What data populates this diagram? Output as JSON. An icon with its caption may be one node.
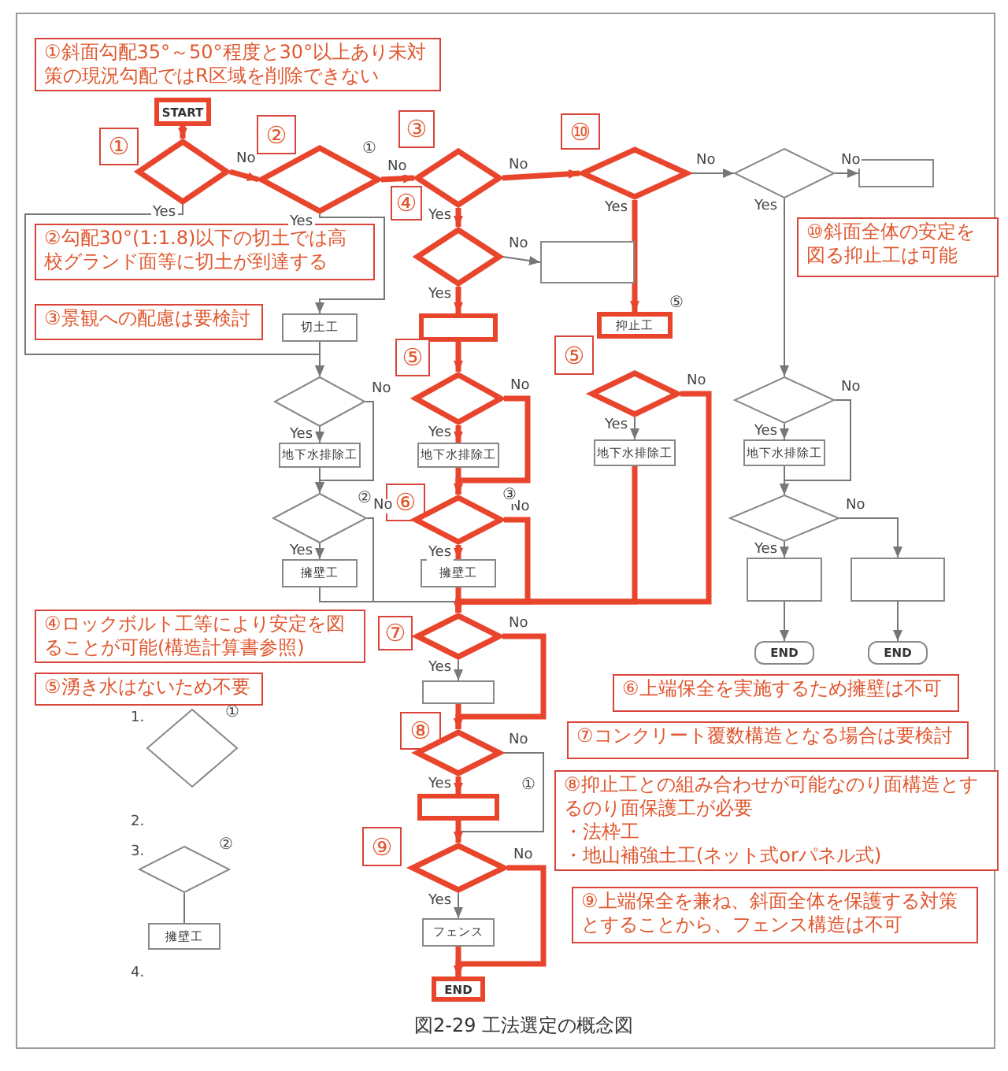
{
  "diagram": {
    "caption": "図2-29 工法選定の概念図",
    "nodes": [
      {
        "text": [
          "①斜面勾配35°～50°程度と30°以上あり未対策の現況勾配ではR区域を削除できない"
        ]
      },
      {
        "text": [
          "START"
        ]
      },
      {
        "text": [
          "①"
        ]
      },
      {
        "text": [],
        "shape": "diamond"
      },
      {
        "text": [
          "②"
        ]
      },
      {
        "text": [],
        "shape": "diamond"
      },
      {
        "text": [
          "③"
        ]
      },
      {
        "text": [],
        "shape": "diamond"
      },
      {
        "text": [
          "⑩"
        ]
      },
      {
        "text": [],
        "shape": "diamond"
      },
      {
        "text": [],
        "shape": "diamond"
      },
      {
        "text": [],
        "shape": "box"
      },
      {
        "text": [
          "④"
        ]
      },
      {
        "text": [],
        "shape": "diamond"
      },
      {
        "text": [],
        "shape": "box"
      },
      {
        "text": [
          "②勾配30°(1:1.8)以下の切土では高校グランド面等に切土が到達する"
        ]
      },
      {
        "text": [
          "③景観への配慮は要検討"
        ]
      },
      {
        "text": [
          "切土工"
        ]
      },
      {
        "text": [],
        "shape": "box"
      },
      {
        "text": [
          "抑止工"
        ]
      },
      {
        "text": [
          "⑩斜面全体の安定を図る抑止工は可能"
        ]
      },
      {
        "text": [
          "⑤"
        ]
      },
      {
        "text": [],
        "shape": "diamond"
      },
      {
        "text": [],
        "shape": "diamond"
      },
      {
        "text": [
          "⑤"
        ]
      },
      {
        "text": [],
        "shape": "diamond"
      },
      {
        "text": [],
        "shape": "diamond"
      },
      {
        "text": [
          "地下水排除工"
        ]
      },
      {
        "text": [
          "地下水排除工"
        ]
      },
      {
        "text": [
          "地下水排除工"
        ]
      },
      {
        "text": [
          "地下水排除工"
        ]
      },
      {
        "text": [
          "⑥"
        ]
      },
      {
        "text": [],
        "shape": "diamond"
      },
      {
        "text": [],
        "shape": "diamond"
      },
      {
        "text": [],
        "shape": "diamond"
      },
      {
        "text": [
          "擁壁工"
        ]
      },
      {
        "text": [
          "擁壁工"
        ]
      },
      {
        "text": [],
        "shape": "box"
      },
      {
        "text": [],
        "shape": "box"
      },
      {
        "text": [
          "④ロックボルト工等により安定を図ることが可能(構造計算書参照)"
        ]
      },
      {
        "text": [
          "⑦"
        ]
      },
      {
        "text": [],
        "shape": "diamond"
      },
      {
        "text": [
          "⑤湧き水はないため不要"
        ]
      },
      {
        "text": [],
        "shape": "box"
      },
      {
        "text": [
          "END"
        ]
      },
      {
        "text": [
          "END"
        ]
      },
      {
        "text": [
          "⑥上端保全を実施するため擁壁は不可"
        ]
      },
      {
        "text": [
          "⑧"
        ]
      },
      {
        "text": [
          "⑦コンクリート覆数構造となる場合は要検討"
        ]
      },
      {
        "text": [],
        "shape": "diamond"
      },
      {
        "text": [],
        "shape": "box"
      },
      {
        "text": [
          "⑧抑止工との組み合わせが可能なのり面構造とするのり面保護工が必要",
          "・法枠工",
          "・地山補強土工(ネット式orパネル式)"
        ]
      },
      {
        "text": [
          "⑨"
        ]
      },
      {
        "text": [],
        "shape": "diamond"
      },
      {
        "text": [
          "⑨上端保全を兼ね、斜面全体を保護する対策とすることから、フェンス構造は不可"
        ]
      },
      {
        "text": [
          "フェンス"
        ]
      },
      {
        "text": [
          "END"
        ]
      },
      {
        "text": [],
        "shape": "diamond"
      },
      {
        "text": [],
        "shape": "diamond"
      },
      {
        "text": [
          "擁壁工"
        ]
      }
    ],
    "edges": [
      {
        "from": 1,
        "to": 3,
        "arrow": "to",
        "style": "thick",
        "color": "#e8452c"
      },
      {
        "from": 3,
        "to": 5,
        "arrow": "to",
        "label": "No",
        "style": "thick",
        "color": "#e8452c"
      },
      {
        "from": 5,
        "to": 7,
        "arrow": "to",
        "label": "No",
        "style": "thick",
        "color": "#e8452c"
      },
      {
        "from": 7,
        "to": 9,
        "arrow": "to",
        "label": "No",
        "style": "thick",
        "color": "#e8452c"
      },
      {
        "from": 9,
        "to": 10,
        "arrow": "to",
        "label": "No"
      },
      {
        "from": 10,
        "to": 11,
        "arrow": "to",
        "label": "No"
      },
      {
        "from": 3,
        "to": 22,
        "arrow": "to",
        "label": "Yes"
      },
      {
        "from": 5,
        "to": 17,
        "arrow": "to",
        "label": "Yes"
      },
      {
        "from": 17,
        "to": 22,
        "arrow": "to"
      },
      {
        "from": 7,
        "to": 13,
        "arrow": "to",
        "label": "Yes",
        "style": "thick",
        "color": "#e8452c"
      },
      {
        "from": 13,
        "to": 14,
        "arrow": "to",
        "label": "No"
      },
      {
        "from": 13,
        "to": 18,
        "arrow": "to",
        "label": "Yes",
        "style": "thick",
        "color": "#e8452c"
      },
      {
        "from": 9,
        "to": 19,
        "arrow": "to",
        "label": "Yes",
        "style": "thick",
        "color": "#e8452c"
      },
      {
        "from": 10,
        "to": 26,
        "arrow": "to",
        "label": "Yes"
      },
      {
        "from": 18,
        "to": 23,
        "arrow": "to",
        "style": "thick",
        "color": "#e8452c"
      },
      {
        "from": 22,
        "to": 27,
        "arrow": "to",
        "label": "Yes"
      },
      {
        "from": 22,
        "to": 32,
        "arrow": "to",
        "label": "No"
      },
      {
        "from": 27,
        "to": 32,
        "arrow": "to"
      },
      {
        "from": 23,
        "to": 28,
        "arrow": "to",
        "label": "Yes",
        "style": "thick",
        "color": "#e8452c"
      },
      {
        "from": 23,
        "to": 33,
        "arrow": "to",
        "label": "No",
        "style": "thick",
        "color": "#e8452c"
      },
      {
        "from": 28,
        "to": 33,
        "arrow": "to",
        "style": "thick",
        "color": "#e8452c"
      },
      {
        "from": 25,
        "to": 29,
        "arrow": "to",
        "label": "Yes"
      },
      {
        "from": 25,
        "to": 41,
        "arrow": "to",
        "label": "No",
        "style": "thick",
        "color": "#e8452c"
      },
      {
        "from": 29,
        "to": 41,
        "arrow": "to",
        "style": "thick",
        "color": "#e8452c"
      },
      {
        "from": 26,
        "to": 30,
        "arrow": "to",
        "label": "Yes"
      },
      {
        "from": 26,
        "to": 34,
        "arrow": "to",
        "label": "No"
      },
      {
        "from": 30,
        "to": 34,
        "arrow": "to"
      },
      {
        "from": 32,
        "to": 35,
        "arrow": "to",
        "label": "Yes"
      },
      {
        "from": 32,
        "to": 41,
        "arrow": "to",
        "label": "No"
      },
      {
        "from": 35,
        "to": 41,
        "arrow": "to"
      },
      {
        "from": 33,
        "to": 36,
        "arrow": "to",
        "label": "Yes",
        "style": "thick",
        "color": "#e8452c"
      },
      {
        "from": 33,
        "to": 41,
        "arrow": "to",
        "label": "No",
        "style": "thick",
        "color": "#e8452c"
      },
      {
        "from": 36,
        "to": 41,
        "arrow": "to",
        "style": "thick",
        "color": "#e8452c"
      },
      {
        "from": 34,
        "to": 37,
        "arrow": "to",
        "label": "Yes"
      },
      {
        "from": 34,
        "to": 38,
        "arrow": "to",
        "label": "No"
      },
      {
        "from": 37,
        "to": 44,
        "arrow": "to"
      },
      {
        "from": 38,
        "to": 45,
        "arrow": "to"
      },
      {
        "from": 41,
        "to": 43,
        "arrow": "to",
        "label": "Yes"
      },
      {
        "from": 41,
        "to": 49,
        "arrow": "to",
        "label": "No",
        "style": "thick",
        "color": "#e8452c"
      },
      {
        "from": 43,
        "to": 49,
        "arrow": "to",
        "style": "thick",
        "color": "#e8452c"
      },
      {
        "from": 49,
        "to": 50,
        "arrow": "to",
        "label": "Yes",
        "style": "thick",
        "color": "#e8452c"
      },
      {
        "from": 49,
        "to": 53,
        "arrow": "to",
        "label": "No"
      },
      {
        "from": 50,
        "to": 53,
        "arrow": "to",
        "style": "thick",
        "color": "#e8452c"
      },
      {
        "from": 53,
        "to": 55,
        "arrow": "to",
        "label": "Yes"
      },
      {
        "from": 53,
        "to": 56,
        "arrow": "to",
        "label": "No",
        "style": "thick",
        "color": "#e8452c"
      },
      {
        "from": 55,
        "to": 56,
        "arrow": "to",
        "style": "thick",
        "color": "#e8452c"
      },
      {
        "from": 58,
        "to": 59,
        "arrow": "none"
      }
    ],
    "labels": [
      "①",
      "⑤",
      "②",
      "③",
      "①",
      "1.",
      "①",
      "2.",
      "3.",
      "②",
      "4."
    ]
  }
}
